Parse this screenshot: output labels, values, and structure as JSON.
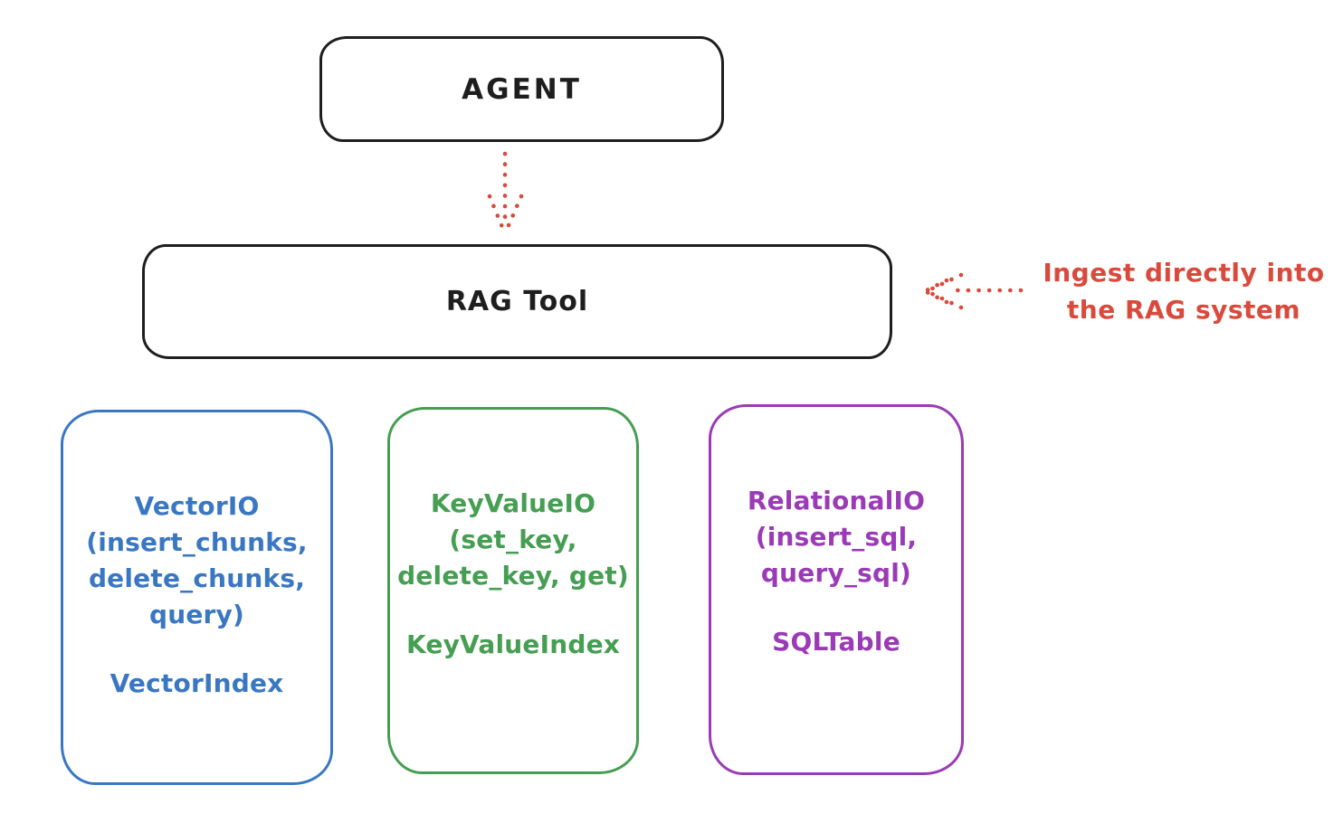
{
  "diagram": {
    "agent": {
      "label": "AGENT"
    },
    "rag_tool": {
      "label": "RAG Tool"
    },
    "annotation": {
      "text": "Ingest directly into\nthe RAG system",
      "color": "#d94a3c"
    },
    "cards": [
      {
        "id": "vector-io",
        "color": "#3a77c2",
        "io_label": "VectorIO\n(insert_chunks,\ndelete_chunks,\nquery)",
        "index_label": "VectorIndex"
      },
      {
        "id": "keyvalue-io",
        "color": "#459e52",
        "io_label": "KeyValueIO\n(set_key,\ndelete_key, get)",
        "index_label": "KeyValueIndex"
      },
      {
        "id": "relational-io",
        "color": "#9b3ab6",
        "io_label": "RelationalIO\n(insert_sql,\nquery_sql)",
        "index_label": "SQLTable"
      }
    ],
    "colors": {
      "ink": "#1e1e1e",
      "red": "#d94a3c",
      "background": "#ffffff"
    }
  }
}
